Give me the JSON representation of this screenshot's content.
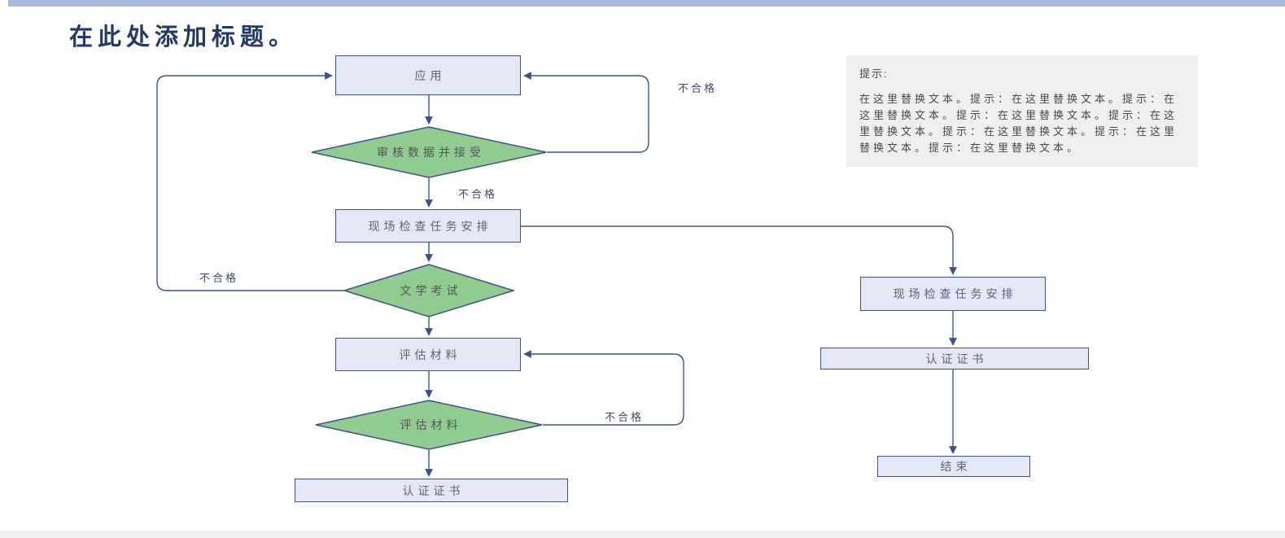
{
  "page": {
    "title": "在此处添加标题。"
  },
  "tip_box": {
    "heading": "提示:",
    "body": "在这里替换文本。提示：在这里替换文本。提示：在这里替换文本。提示：在这里替换文本。提示：在这里替换文本。提示：在这里替换文本。提示：在这里替换文本。提示：在这里替换文本。"
  },
  "nodes": {
    "apply": "应用",
    "review_accept": "审核数据并接受",
    "site_inspection_main": "现场检查任务安排",
    "literature_exam": "文学考试",
    "evaluate_materials_box": "评估材料",
    "evaluate_materials_diamond": "评估材料",
    "certificate_main": "认证证书",
    "site_inspection_right": "现场检查任务安排",
    "certificate_right": "认证证书",
    "end": "结束"
  },
  "edge_labels": {
    "fail_top_right": "不合格",
    "fail_below_review": "不合格",
    "fail_left": "不合格",
    "fail_right_eval": "不合格"
  },
  "colors": {
    "process_fill": "#e4e8f6",
    "process_border": "#3d5388",
    "diamond_fill": "#90cb90",
    "connector": "#3d5388",
    "top_bar": "#a9b8de",
    "bottom_bar": "#f0f0f1",
    "title_text": "#233a66",
    "tip_background": "#efefef"
  }
}
